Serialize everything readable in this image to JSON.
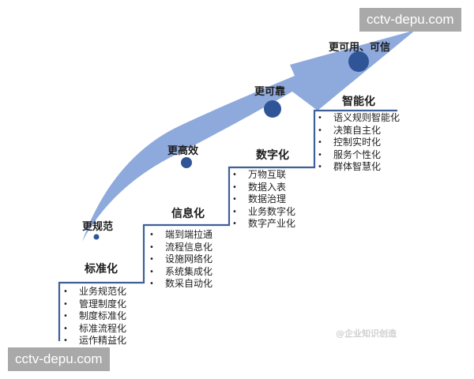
{
  "colors": {
    "arrow_fill": "#8ea9dc",
    "arrow_fill_dark": "#7593cf",
    "milestone_dot": "#2f5597",
    "step_line": "#3f5f98",
    "text": "#1c1c1c",
    "watermark_bg": "#a9a9a9"
  },
  "arrow": {
    "milestones": [
      {
        "label": "更规范",
        "dot_size": "small"
      },
      {
        "label": "更高效",
        "dot_size": "medium"
      },
      {
        "label": "更可靠",
        "dot_size": "large"
      },
      {
        "label": "更可用、可信",
        "dot_size": "xlarge"
      }
    ]
  },
  "stages": [
    {
      "title": "标准化",
      "items": [
        "业务规范化",
        "管理制度化",
        "制度标准化",
        "标准流程化",
        "运作精益化"
      ]
    },
    {
      "title": "信息化",
      "items": [
        "端到端拉通",
        "流程信息化",
        "设施网络化",
        "系统集成化",
        "数采自动化"
      ]
    },
    {
      "title": "数字化",
      "items": [
        "万物互联",
        "数据入表",
        "数据治理",
        "业务数字化",
        "数字产业化"
      ]
    },
    {
      "title": "智能化",
      "items": [
        "语义规则智能化",
        "决策自主化",
        "控制实时化",
        "服务个性化",
        "群体智慧化"
      ]
    }
  ],
  "watermarks": {
    "top_right": "cctv-depu.com",
    "bottom_left": "cctv-depu.com",
    "faint_source": "@企业知识创造"
  }
}
